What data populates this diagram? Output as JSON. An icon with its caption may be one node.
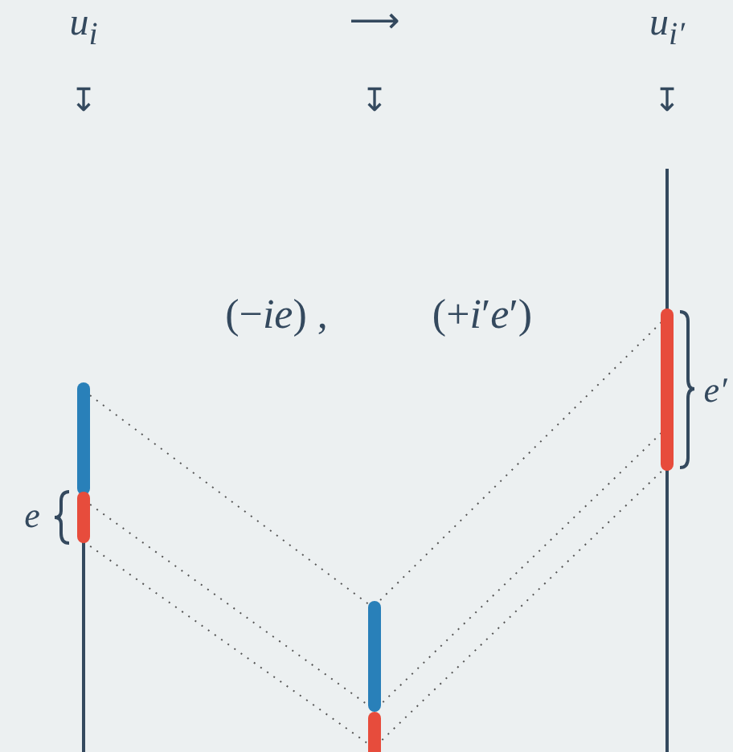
{
  "diagram": {
    "labels": [
      "u$_{i}$",
      "⟶",
      "u$_{i′}$",
      "↧",
      "↧",
      "↧",
      "(−*ie*) ,",
      "(+*i*′*e*′)",
      "e′",
      "e"
    ]
  }
}
